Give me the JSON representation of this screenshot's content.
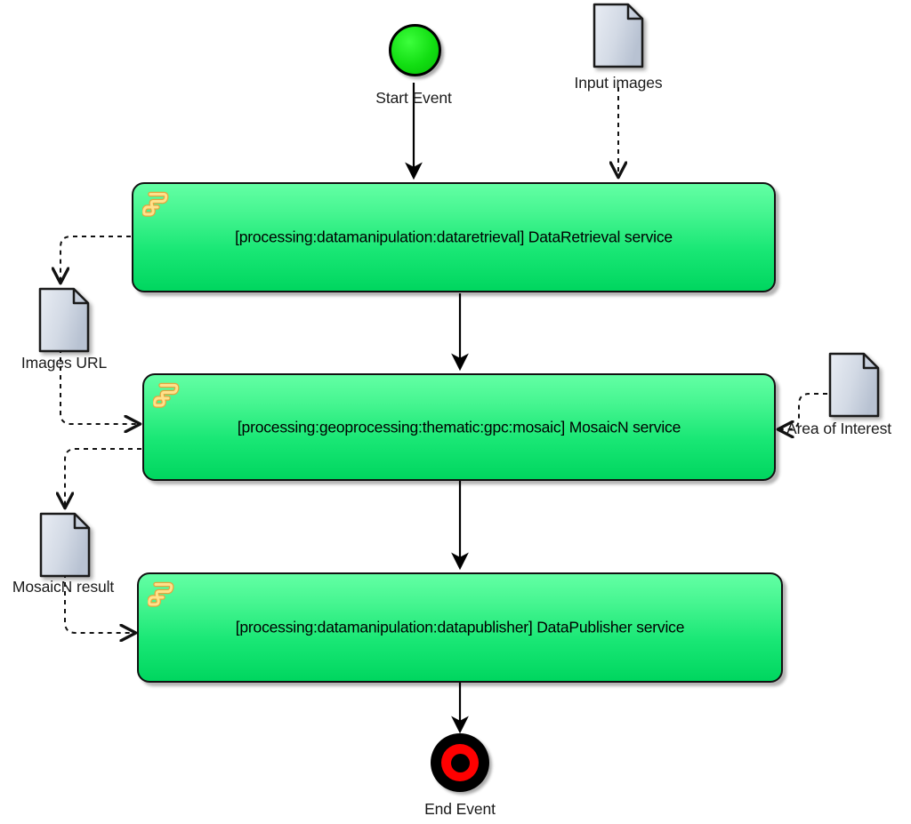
{
  "diagram": {
    "type": "bpmn-workflow",
    "title": "Image mosaic processing workflow",
    "colors": {
      "task_fill_top": "#63FFA4",
      "task_fill_bottom": "#00D65F",
      "task_border": "#111111",
      "start_event_fill": "#12DE12",
      "end_event_ring": "#FF0000",
      "end_event_core": "#000000",
      "document_fill": "#CBD3DF",
      "script_marker_fill": "#FFD966",
      "script_marker_stroke": "#E8A33D",
      "flow_line": "#000000"
    }
  },
  "events": [
    {
      "id": "start-event",
      "label": "Start Event",
      "kind": "start",
      "icon": "start-event-circle-icon"
    },
    {
      "id": "end-event",
      "label": "End Event",
      "kind": "end",
      "icon": "end-event-circle-icon"
    }
  ],
  "tasks": [
    {
      "id": "task-dataretrieval",
      "label": "[processing:datamanipulation:dataretrieval] DataRetrieval service",
      "marker": "script-scroll-icon"
    },
    {
      "id": "task-mosaicn",
      "label": "[processing:geoprocessing:thematic:gpc:mosaic] MosaicN service",
      "marker": "script-scroll-icon"
    },
    {
      "id": "task-datapublisher",
      "label": "[processing:datamanipulation:datapublisher] DataPublisher service",
      "marker": "script-scroll-icon"
    }
  ],
  "data_objects": [
    {
      "id": "doc-input-images",
      "label": "Input images",
      "icon": "document-icon"
    },
    {
      "id": "doc-images-url",
      "label": "Images URL",
      "icon": "document-icon"
    },
    {
      "id": "doc-area-of-interest",
      "label": "Area of Interest",
      "icon": "document-icon"
    },
    {
      "id": "doc-mosaicn-result",
      "label": "MosaicN result",
      "icon": "document-icon"
    }
  ],
  "connections": [
    {
      "id": "flow-start-to-dataretrieval",
      "kind": "sequence-flow",
      "from": "start-event",
      "to": "task-dataretrieval"
    },
    {
      "id": "flow-dataretrieval-to-mosaicn",
      "kind": "sequence-flow",
      "from": "task-dataretrieval",
      "to": "task-mosaicn"
    },
    {
      "id": "flow-mosaicn-to-datapublisher",
      "kind": "sequence-flow",
      "from": "task-mosaicn",
      "to": "task-datapublisher"
    },
    {
      "id": "flow-datapublisher-to-end",
      "kind": "sequence-flow",
      "from": "task-datapublisher",
      "to": "end-event"
    },
    {
      "id": "assoc-input-images-to-dataretrieval",
      "kind": "data-association",
      "from": "doc-input-images",
      "to": "task-dataretrieval"
    },
    {
      "id": "assoc-dataretrieval-to-images-url",
      "kind": "data-association",
      "from": "task-dataretrieval",
      "to": "doc-images-url"
    },
    {
      "id": "assoc-images-url-to-mosaicn",
      "kind": "data-association",
      "from": "doc-images-url",
      "to": "task-mosaicn"
    },
    {
      "id": "assoc-area-of-interest-to-mosaicn",
      "kind": "data-association",
      "from": "doc-area-of-interest",
      "to": "task-mosaicn"
    },
    {
      "id": "assoc-mosaicn-to-result",
      "kind": "data-association",
      "from": "task-mosaicn",
      "to": "doc-mosaicn-result"
    },
    {
      "id": "assoc-result-to-datapublisher",
      "kind": "data-association",
      "from": "doc-mosaicn-result",
      "to": "task-datapublisher"
    }
  ]
}
